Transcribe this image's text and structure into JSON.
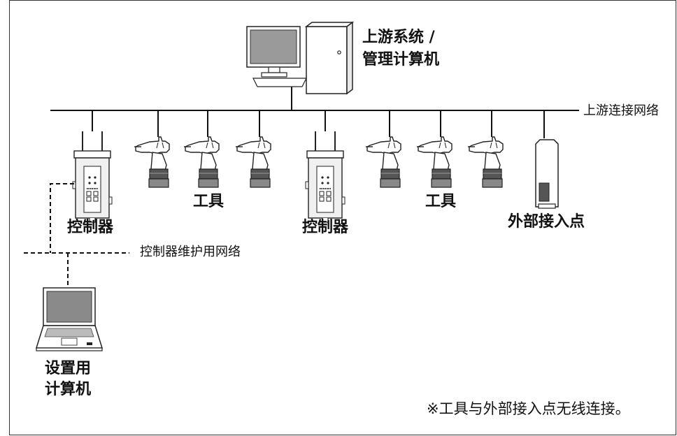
{
  "labels": {
    "host": [
      "上游系统 /",
      "管理计算机"
    ],
    "upstream_network": "上游连接网络",
    "controller_left": "控制器",
    "controller_right": "控制器",
    "tools_left": "工具",
    "tools_right": "工具",
    "external_access_point": "外部接入点",
    "maintenance_network": "控制器维护用网络",
    "setup_pc": [
      "设置用",
      "计算机"
    ],
    "footnote": "※工具与外部接入点无线连接。"
  },
  "devices": {
    "host": "desktop-computer-icon",
    "controller": "controller-icon",
    "tool": "cordless-tool-icon",
    "access_point": "access-point-icon",
    "setup_pc": "laptop-icon"
  }
}
